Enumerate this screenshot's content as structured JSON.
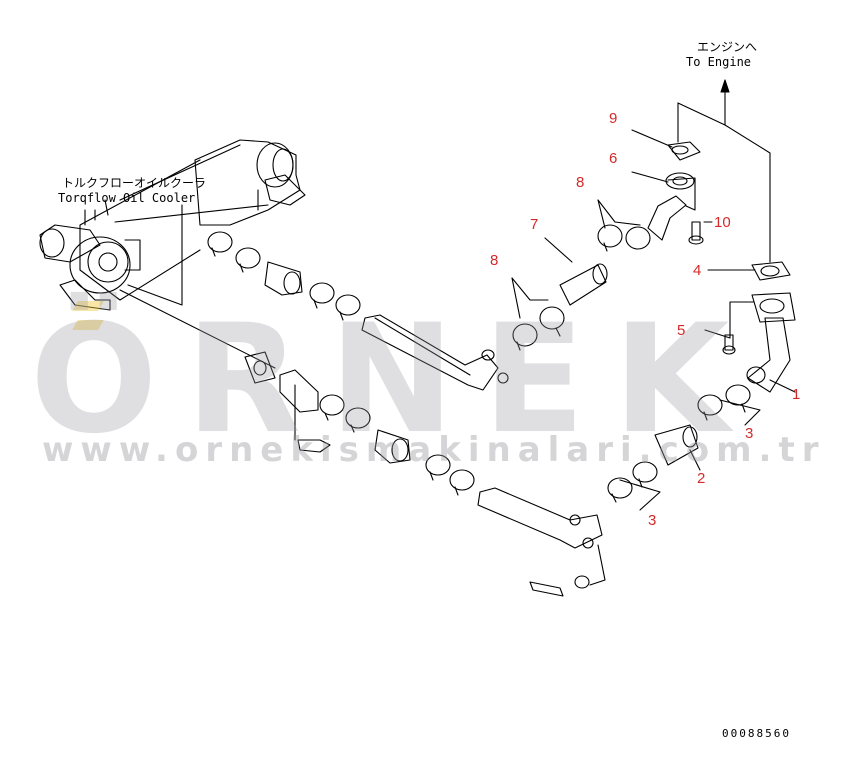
{
  "labels": {
    "engine_jp": "エンジンへ",
    "engine_en": "To Engine",
    "cooler_jp": "トルクフローオイルクーラ",
    "cooler_en": "Torqflow Oil Cooler",
    "part_code": "00088560"
  },
  "callouts": {
    "c1": "1",
    "c2": "2",
    "c3a": "3",
    "c3b": "3",
    "c4": "4",
    "c5": "5",
    "c6": "6",
    "c7": "7",
    "c8a": "8",
    "c8b": "8",
    "c9": "9",
    "c10": "10"
  },
  "watermark": {
    "brand": "ÖRNEK",
    "url": "www.ornekismakinalari.com.tr"
  },
  "colors": {
    "callout": "#d42a2a",
    "line": "#000000",
    "watermark": "#9a9aa0"
  }
}
